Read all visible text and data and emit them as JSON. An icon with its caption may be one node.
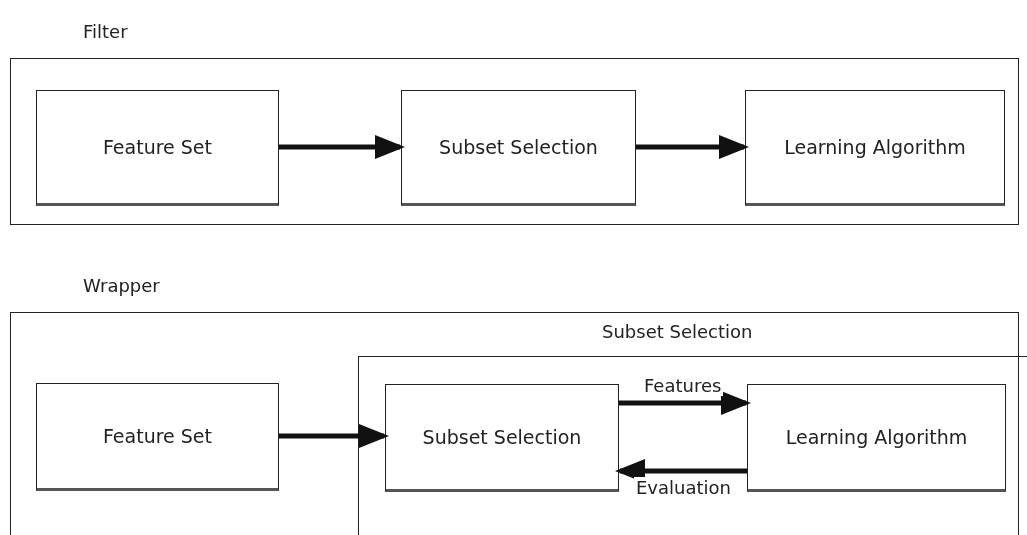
{
  "diagram": {
    "nodes": [
      {
        "text": [
          "Filter"
        ]
      },
      {
        "text": [
          "Feature Set"
        ],
        "in": 0
      },
      {
        "text": [
          "Subset Selection"
        ],
        "in": 0
      },
      {
        "text": [
          "Learning Algorithm"
        ],
        "in": 0
      },
      {
        "text": [
          "Wrapper"
        ]
      },
      {
        "text": [
          "Feature Set"
        ],
        "in": 4
      },
      {
        "text": [
          "Subset Selection"
        ],
        "in": 4
      },
      {
        "text": [
          "Subset Selection"
        ],
        "in": 6
      },
      {
        "text": [
          "Learning Algorithm"
        ],
        "in": 6
      }
    ],
    "edges": [
      {
        "from": 1,
        "to": 2,
        "arrow": "to"
      },
      {
        "from": 2,
        "to": 3,
        "arrow": "to"
      },
      {
        "from": 5,
        "to": 7,
        "arrow": "to"
      },
      {
        "from": 7,
        "to": 8,
        "arrow": "to",
        "label": "Features"
      },
      {
        "from": 8,
        "to": 7,
        "arrow": "to",
        "label": "Evaluation"
      }
    ]
  }
}
